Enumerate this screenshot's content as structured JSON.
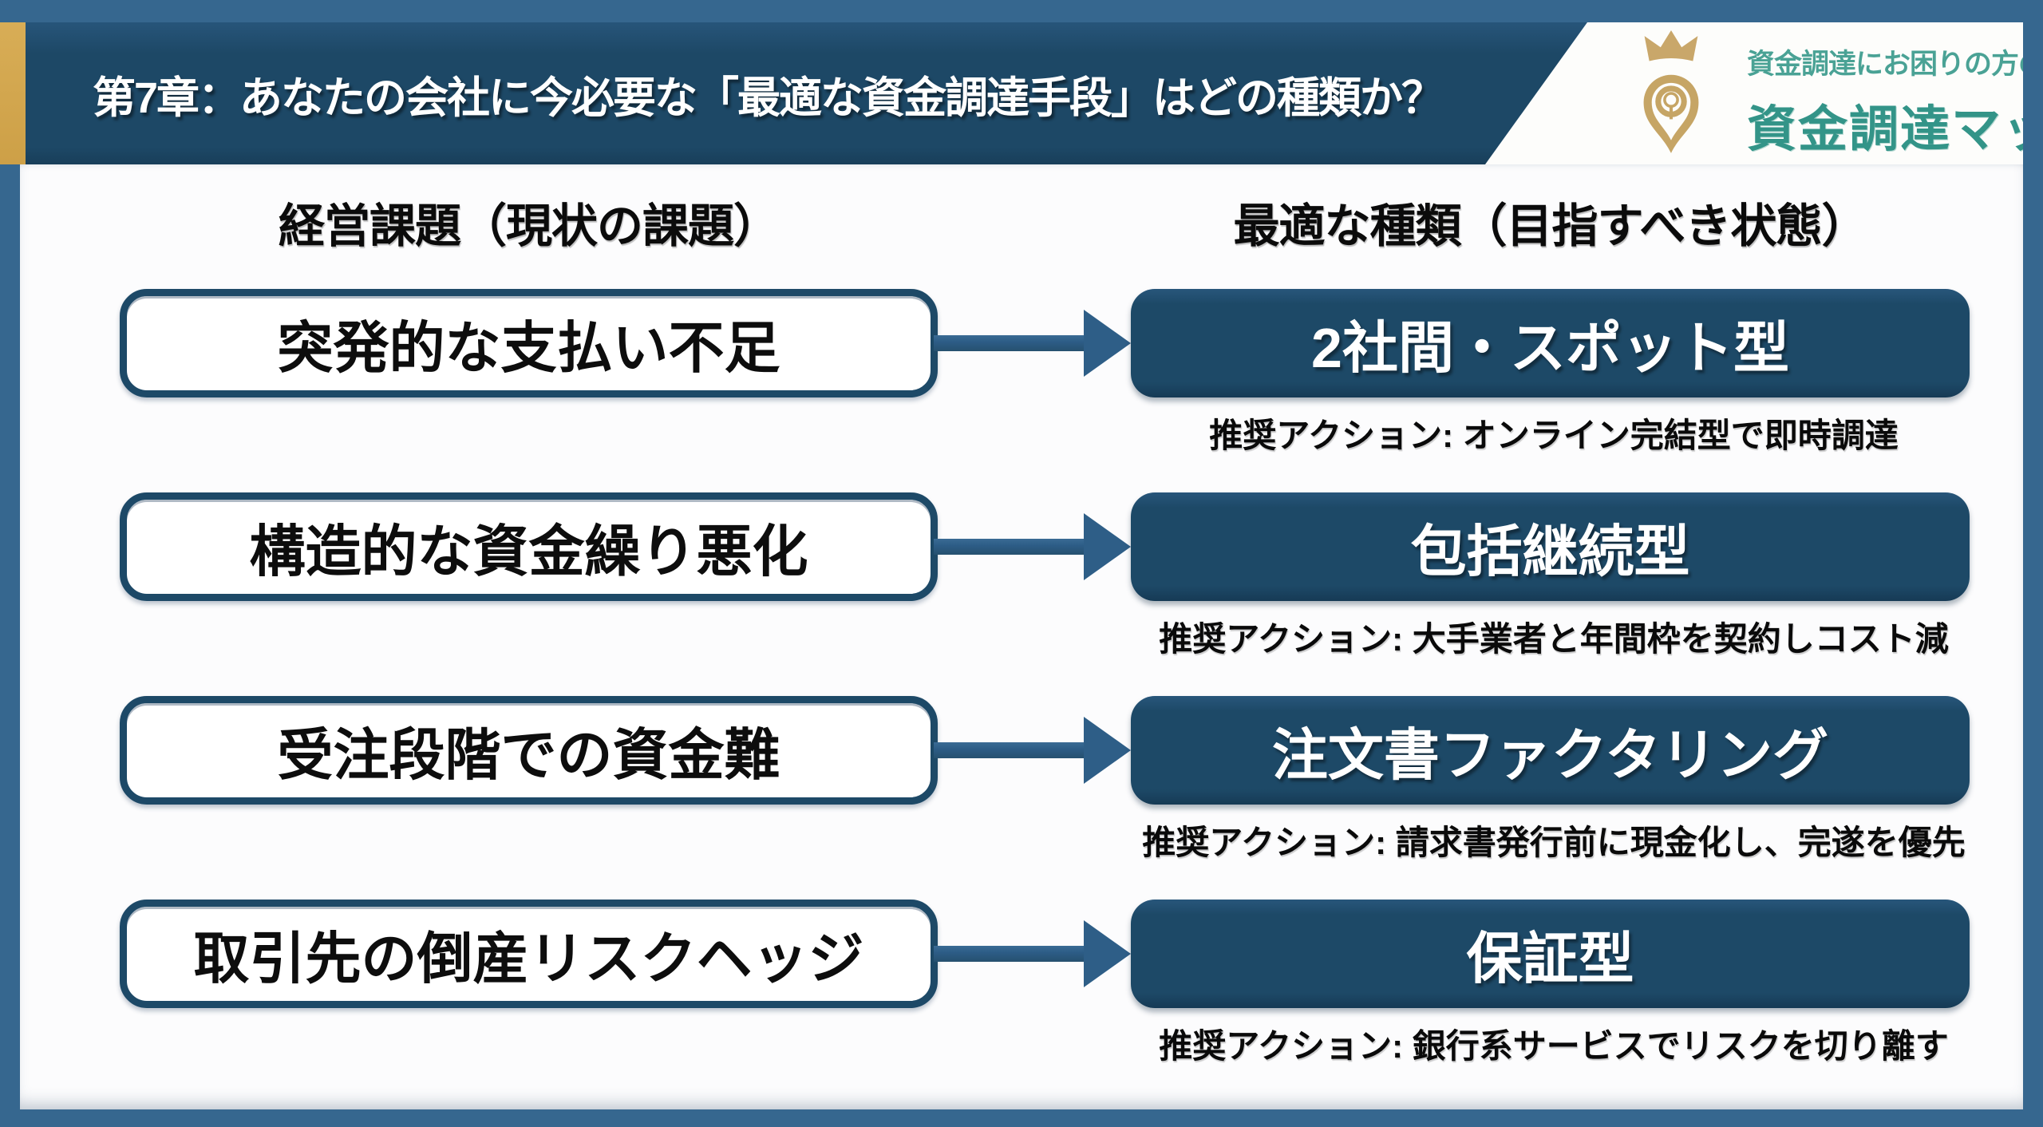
{
  "header": {
    "title": "第7章：あなたの会社に今必要な「最適な資金調達手段」はどの種類か？",
    "logo": {
      "tagline": "資金調達にお困りの方のための",
      "brand": "資金調達マップ",
      "icon": "crown-map-pin-icon"
    }
  },
  "columns": {
    "left_header": "経営課題（現状の課題）",
    "right_header": "最適な種類（目指すべき状態）"
  },
  "rows": [
    {
      "problem": "突発的な支払い不足",
      "solution": "2社間・スポット型",
      "action": "推奨アクション: オンライン完結型で即時調達"
    },
    {
      "problem": "構造的な資金繰り悪化",
      "solution": "包括継続型",
      "action": "推奨アクション: 大手業者と年間枠を契約しコスト減"
    },
    {
      "problem": "受注段階での資金難",
      "solution": "注文書ファクタリング",
      "action": "推奨アクション: 請求書発行前に現金化し、完遂を優先"
    },
    {
      "problem": "取引先の倒産リスクヘッジ",
      "solution": "保証型",
      "action": "推奨アクション: 銀行系サービスでリスクを切り離す"
    }
  ],
  "colors": {
    "frame_blue": "#36678f",
    "navy": "#1d4967",
    "gold_accent": "#d2a64e",
    "logo_gold": "#c6a565",
    "brand_teal": "#339488",
    "arrow_blue": "#2e5e87",
    "content_bg": "#fcfcfd",
    "text_black": "#0d0d0d",
    "text_white": "#ffffff"
  }
}
